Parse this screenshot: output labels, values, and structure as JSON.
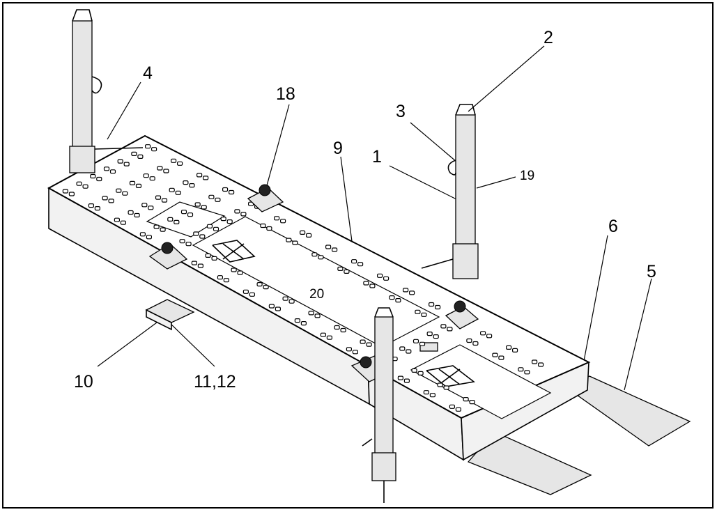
{
  "diagram": {
    "callouts": [
      {
        "id": "c1",
        "label": "1"
      },
      {
        "id": "c2",
        "label": "2"
      },
      {
        "id": "c3",
        "label": "3"
      },
      {
        "id": "c4",
        "label": "4"
      },
      {
        "id": "c5",
        "label": "5"
      },
      {
        "id": "c6",
        "label": "6"
      },
      {
        "id": "c9",
        "label": "9"
      },
      {
        "id": "c10",
        "label": "10"
      },
      {
        "id": "c11",
        "label": "11,12"
      },
      {
        "id": "c18",
        "label": "18"
      },
      {
        "id": "c19",
        "label": "19"
      },
      {
        "id": "c20",
        "label": "20"
      }
    ]
  }
}
